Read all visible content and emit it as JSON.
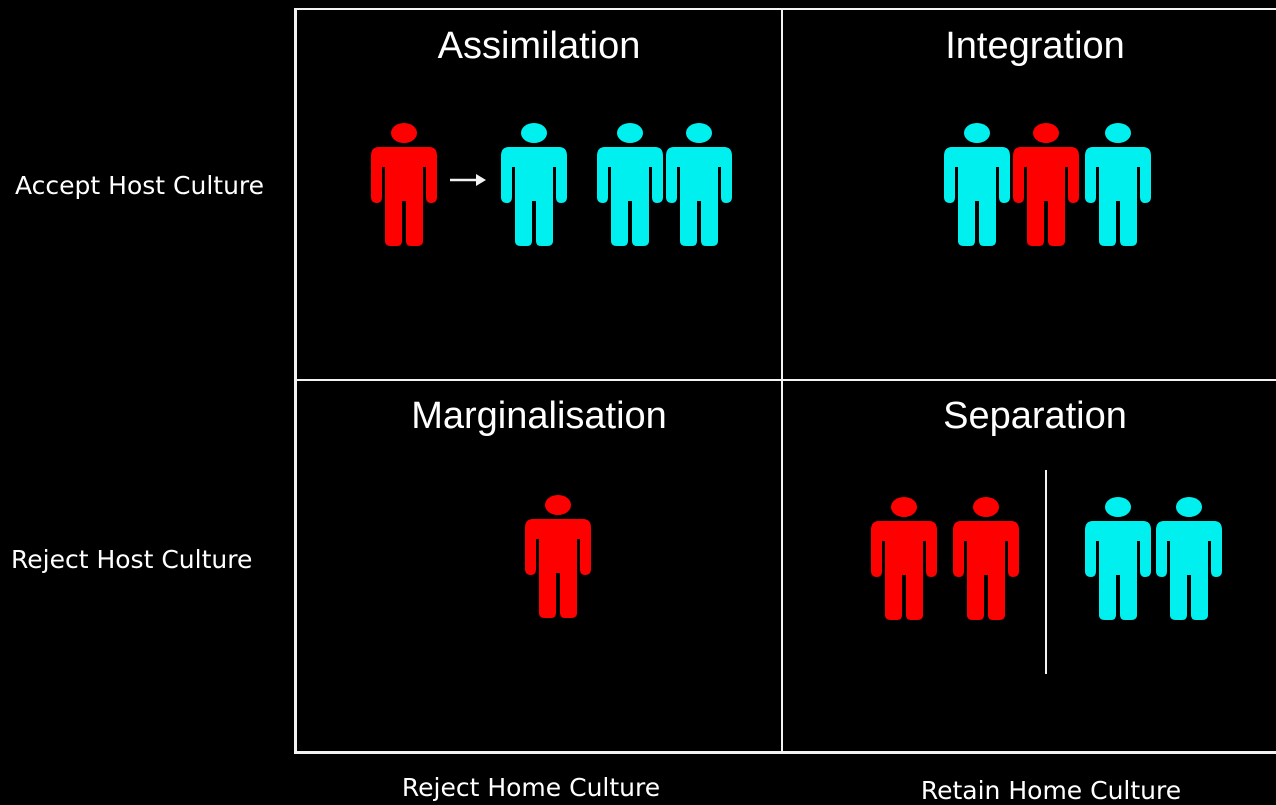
{
  "colors": {
    "home_culture": "#ff0000",
    "host_culture": "#00f0f0",
    "lines": "#f2f2f2",
    "background": "#000000"
  },
  "rows": {
    "top": "Accept Host Culture",
    "bottom": "Reject Host Culture"
  },
  "columns": {
    "left": "Reject Home Culture",
    "right": "Retain Home Culture"
  },
  "quadrants": {
    "assimilation": {
      "title": "Assimilation",
      "figures": [
        "home-person-icon",
        "arrow-icon",
        "host-person-icon",
        "host-person-icon",
        "host-person-icon"
      ]
    },
    "integration": {
      "title": "Integration",
      "figures": [
        "host-person-icon",
        "home-person-icon",
        "host-person-icon"
      ]
    },
    "marginalisation": {
      "title": "Marginalisation",
      "figures": [
        "home-person-icon"
      ]
    },
    "separation": {
      "title": "Separation",
      "figures": [
        "home-person-icon",
        "home-person-icon",
        "divider",
        "host-person-icon",
        "host-person-icon"
      ]
    }
  }
}
